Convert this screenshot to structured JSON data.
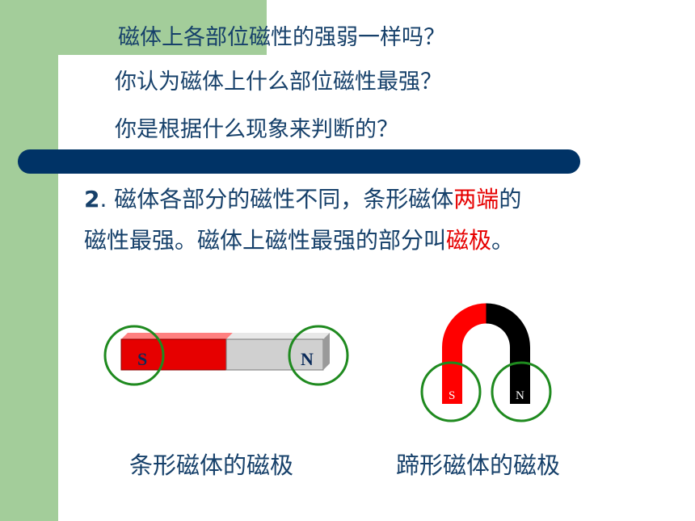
{
  "questions": [
    "磁体上各部位磁性的强弱一样吗？",
    "你认为磁体上什么部位磁性最强？",
    "你是根据什么现象来判断的？"
  ],
  "paragraph": {
    "num": "2",
    "line1_a": ". 磁体各部分的磁性不同，条形磁体",
    "line1_red": "两端",
    "line1_b": "的",
    "line2_a": "磁性最强。磁体上磁性最强的部分叫",
    "line2_red": "磁极",
    "line2_b": "。"
  },
  "bar_magnet": {
    "s_label": "S",
    "n_label": "N",
    "caption": "条形磁体的磁极"
  },
  "horseshoe_magnet": {
    "s_label": "S",
    "n_label": "N",
    "caption": "蹄形磁体的磁极"
  },
  "colors": {
    "text": "#16406a",
    "emphasis": "#e60000",
    "accent_green": "#a3cd9a",
    "bar_dark": "#003366",
    "circle": "#1f8a1f"
  }
}
